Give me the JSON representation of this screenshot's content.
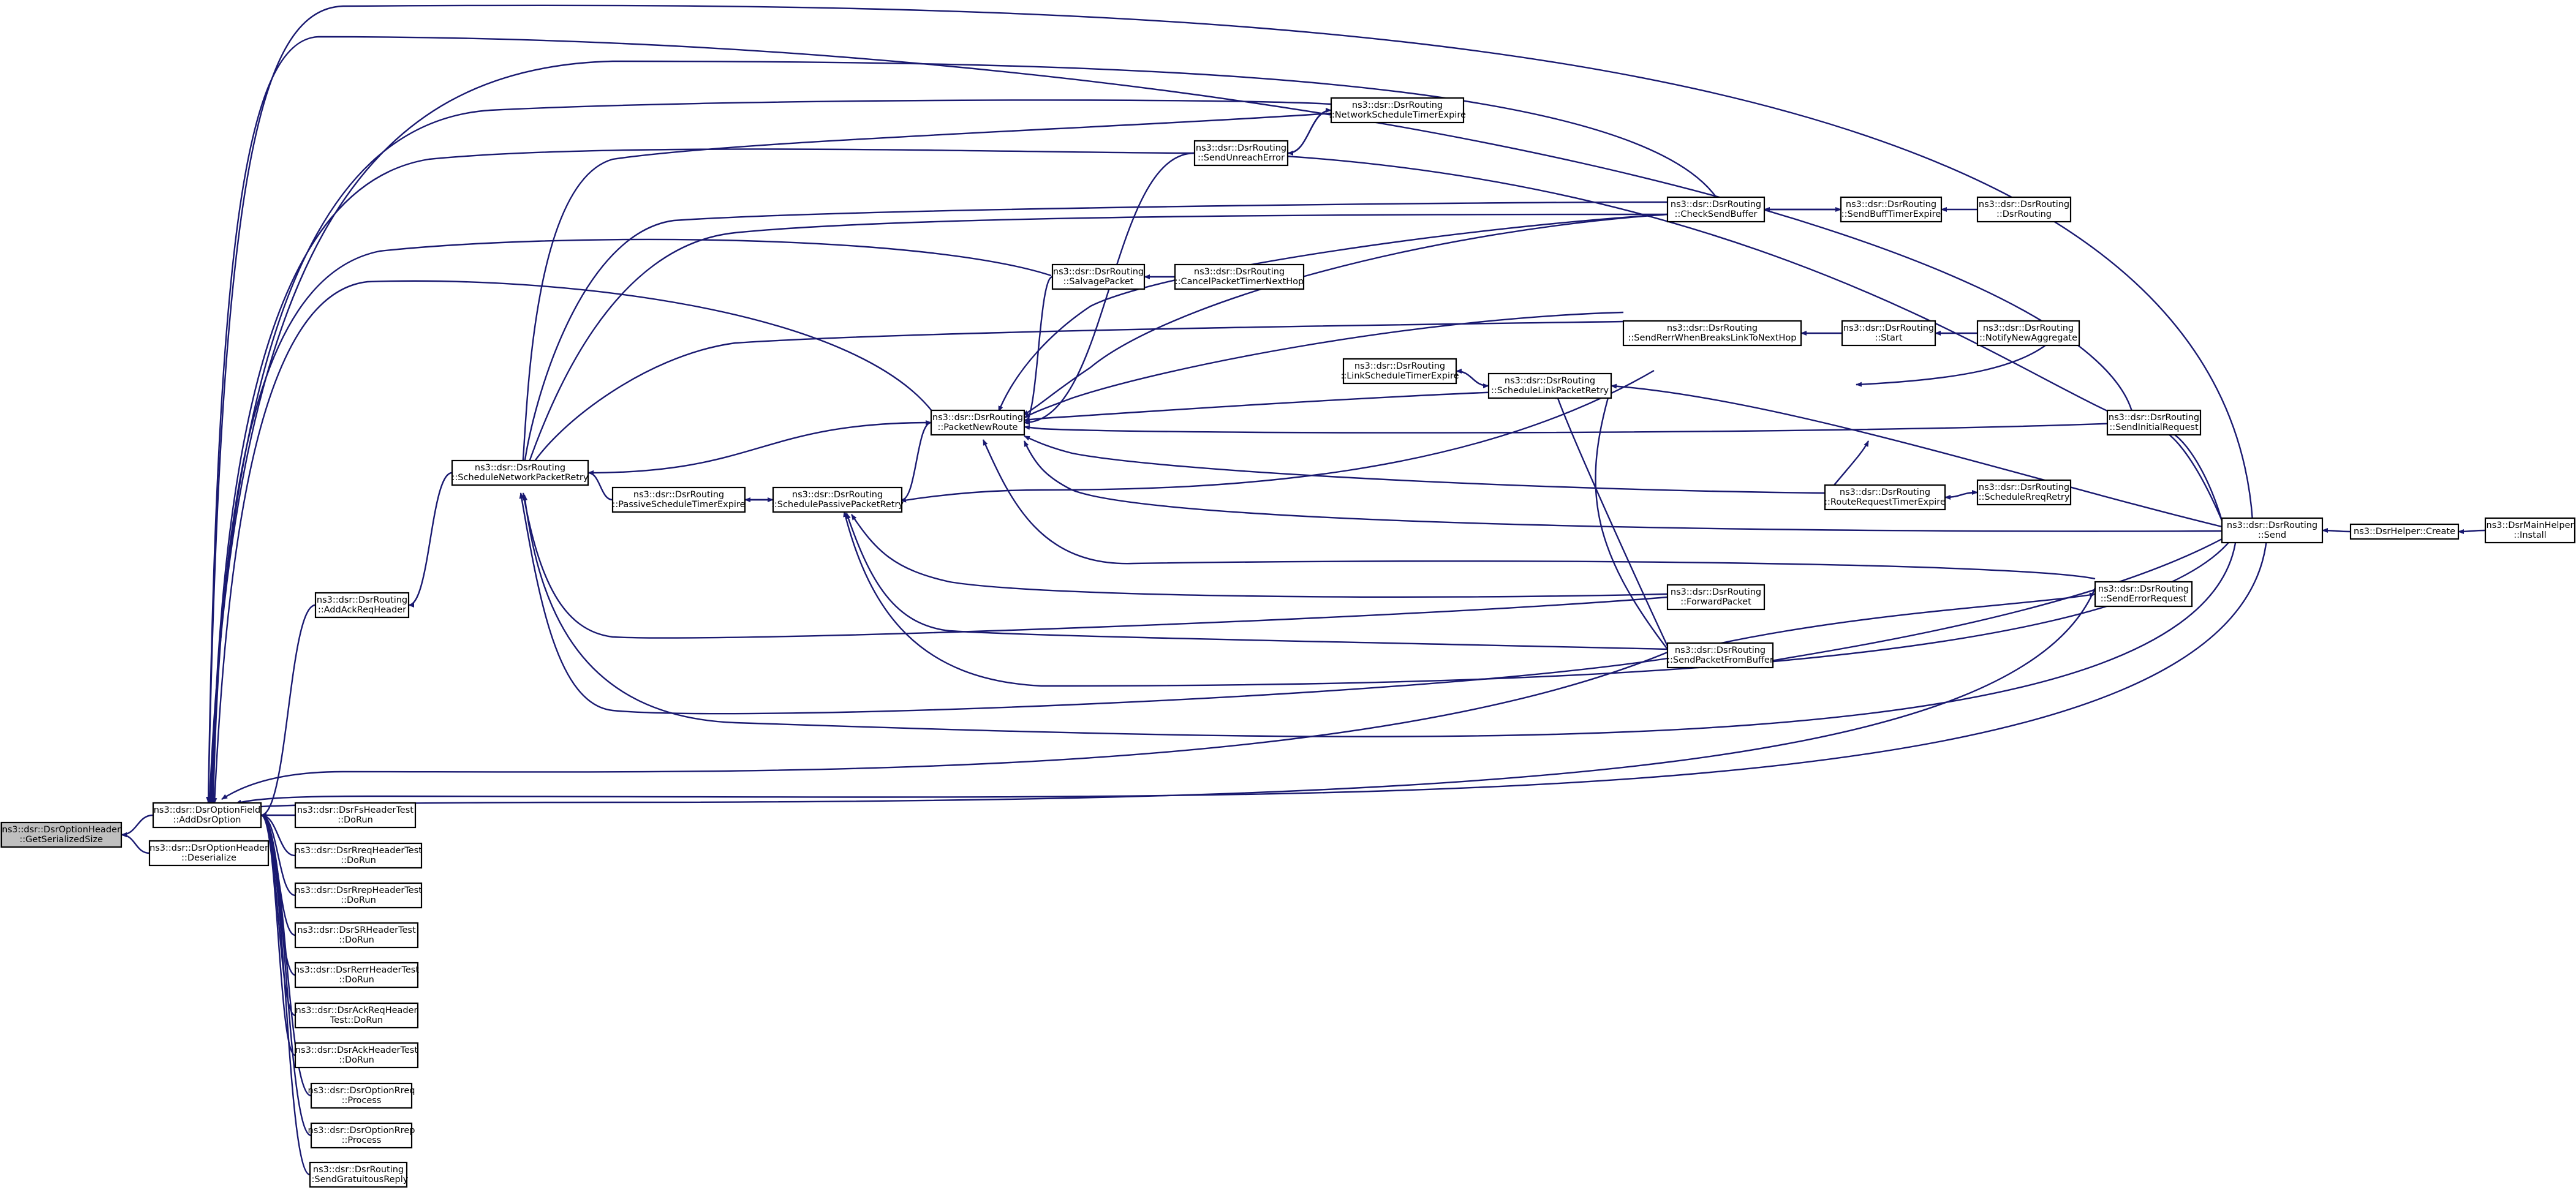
{
  "root": "GetSerializedSize",
  "nodes": {
    "GetSerializedSize": [
      "ns3::dsr::DsrOptionHeader",
      "::GetSerializedSize"
    ],
    "AddDsrOption": [
      "ns3::dsr::DsrOptionField",
      "::AddDsrOption"
    ],
    "Deserialize": [
      "ns3::dsr::DsrOptionHeader",
      "::Deserialize"
    ],
    "AddAckReqHeader": [
      "ns3::dsr::DsrRouting",
      "::AddAckReqHeader"
    ],
    "ScheduleNetworkPacketRetry": [
      "ns3::dsr::DsrRouting",
      "::ScheduleNetworkPacketRetry"
    ],
    "PassiveScheduleTimerExpire": [
      "ns3::dsr::DsrRouting",
      "::PassiveScheduleTimerExpire"
    ],
    "SchedulePassivePacketRetry": [
      "ns3::dsr::DsrRouting",
      "::SchedulePassivePacketRetry"
    ],
    "PacketNewRoute": [
      "ns3::dsr::DsrRouting",
      "::PacketNewRoute"
    ],
    "SalvagePacket": [
      "ns3::dsr::DsrRouting",
      "::SalvagePacket"
    ],
    "CancelPacketTimerNextHop": [
      "ns3::dsr::DsrRouting",
      "::CancelPacketTimerNextHop"
    ],
    "SendUnreachError": [
      "ns3::dsr::DsrRouting",
      "::SendUnreachError"
    ],
    "NetworkScheduleTimerExpire": [
      "ns3::dsr::DsrRouting",
      "::NetworkScheduleTimerExpire"
    ],
    "LinkScheduleTimerExpire": [
      "ns3::dsr::DsrRouting",
      "::LinkScheduleTimerExpire"
    ],
    "ScheduleLinkPacketRetry": [
      "ns3::dsr::DsrRouting",
      "::ScheduleLinkPacketRetry"
    ],
    "CheckSendBuffer": [
      "ns3::dsr::DsrRouting",
      "::CheckSendBuffer"
    ],
    "SendRerrWhenBreaksLinkToNextHop": [
      "ns3::dsr::DsrRouting",
      "::SendRerrWhenBreaksLinkToNextHop"
    ],
    "ForwardPacket": [
      "ns3::dsr::DsrRouting",
      "::ForwardPacket"
    ],
    "SendPacketFromBuffer": [
      "ns3::dsr::DsrRouting",
      "::SendPacketFromBuffer"
    ],
    "RouteRequestTimerExpire": [
      "ns3::dsr::DsrRouting",
      "::RouteRequestTimerExpire"
    ],
    "SendBuffTimerExpire": [
      "ns3::dsr::DsrRouting",
      "::SendBuffTimerExpire"
    ],
    "DsrRoutingCtor": [
      "ns3::dsr::DsrRouting",
      "::DsrRouting"
    ],
    "Start": [
      "ns3::dsr::DsrRouting",
      "::Start"
    ],
    "NotifyNewAggregate": [
      "ns3::dsr::DsrRouting",
      "::NotifyNewAggregate"
    ],
    "SendInitialRequest": [
      "ns3::dsr::DsrRouting",
      "::SendInitialRequest"
    ],
    "ScheduleRreqRetry": [
      "ns3::dsr::DsrRouting",
      "::ScheduleRreqRetry"
    ],
    "SendErrorRequest": [
      "ns3::dsr::DsrRouting",
      "::SendErrorRequest"
    ],
    "Send": [
      "ns3::dsr::DsrRouting",
      "::Send"
    ],
    "HelperCreate": [
      "ns3::DsrHelper::Create"
    ],
    "MainHelperInstall": [
      "ns3::DsrMainHelper",
      "::Install"
    ],
    "FsTest": [
      "ns3::dsr::DsrFsHeaderTest",
      "::DoRun"
    ],
    "RreqTest": [
      "ns3::dsr::DsrRreqHeaderTest",
      "::DoRun"
    ],
    "RrepTest": [
      "ns3::dsr::DsrRrepHeaderTest",
      "::DoRun"
    ],
    "SrTest": [
      "ns3::dsr::DsrSRHeaderTest",
      "::DoRun"
    ],
    "RerrTest": [
      "ns3::dsr::DsrRerrHeaderTest",
      "::DoRun"
    ],
    "AckReqTest": [
      "ns3::dsr::DsrAckReqHeader",
      "Test::DoRun"
    ],
    "AckTest": [
      "ns3::dsr::DsrAckHeaderTest",
      "::DoRun"
    ],
    "RreqProcess": [
      "ns3::dsr::DsrOptionRreq",
      "::Process"
    ],
    "RrepProcess": [
      "ns3::dsr::DsrOptionRrep",
      "::Process"
    ],
    "SendGratuitousReply": [
      "ns3::dsr::DsrRouting",
      "::SendGratuitousReply"
    ]
  },
  "edges": [
    [
      "AddDsrOption",
      "GetSerializedSize"
    ],
    [
      "Deserialize",
      "GetSerializedSize"
    ],
    [
      "AddAckReqHeader",
      "AddDsrOption"
    ],
    [
      "ScheduleNetworkPacketRetry",
      "AddAckReqHeader"
    ],
    [
      "PassiveScheduleTimerExpire",
      "ScheduleNetworkPacketRetry"
    ],
    [
      "PacketNewRoute",
      "ScheduleNetworkPacketRetry"
    ],
    [
      "SchedulePassivePacketRetry",
      "PassiveScheduleTimerExpire"
    ],
    [
      "PassiveScheduleTimerExpire",
      "SchedulePassivePacketRetry"
    ],
    [
      "SalvagePacket",
      "PacketNewRoute"
    ],
    [
      "SendUnreachError",
      "PacketNewRoute"
    ],
    [
      "SchedulePassivePacketRetry",
      "PacketNewRoute"
    ],
    [
      "CancelPacketTimerNextHop",
      "SalvagePacket"
    ],
    [
      "SendUnreachError",
      "NetworkScheduleTimerExpire"
    ],
    [
      "NetworkScheduleTimerExpire",
      "SendUnreachError"
    ],
    [
      "LinkScheduleTimerExpire",
      "ScheduleLinkPacketRetry"
    ],
    [
      "ScheduleLinkPacketRetry",
      "LinkScheduleTimerExpire"
    ],
    [
      "SendBuffTimerExpire",
      "CheckSendBuffer"
    ],
    [
      "CheckSendBuffer",
      "SendBuffTimerExpire"
    ],
    [
      "DsrRoutingCtor",
      "SendBuffTimerExpire"
    ],
    [
      "Start",
      "SendRerrWhenBreaksLinkToNextHop"
    ],
    [
      "NotifyNewAggregate",
      "Start"
    ],
    [
      "ScheduleRreqRetry",
      "RouteRequestTimerExpire"
    ],
    [
      "RouteRequestTimerExpire",
      "ScheduleRreqRetry"
    ],
    [
      "HelperCreate",
      "Send"
    ],
    [
      "MainHelperInstall",
      "HelperCreate"
    ],
    [
      "FsTest",
      "AddDsrOption"
    ],
    [
      "RreqTest",
      "AddDsrOption"
    ],
    [
      "RrepTest",
      "AddDsrOption"
    ],
    [
      "SrTest",
      "AddDsrOption"
    ],
    [
      "RerrTest",
      "AddDsrOption"
    ],
    [
      "AckReqTest",
      "AddDsrOption"
    ],
    [
      "AckTest",
      "AddDsrOption"
    ],
    [
      "RreqProcess",
      "AddDsrOption"
    ],
    [
      "RrepProcess",
      "AddDsrOption"
    ],
    [
      "SendGratuitousReply",
      "AddDsrOption"
    ]
  ]
}
